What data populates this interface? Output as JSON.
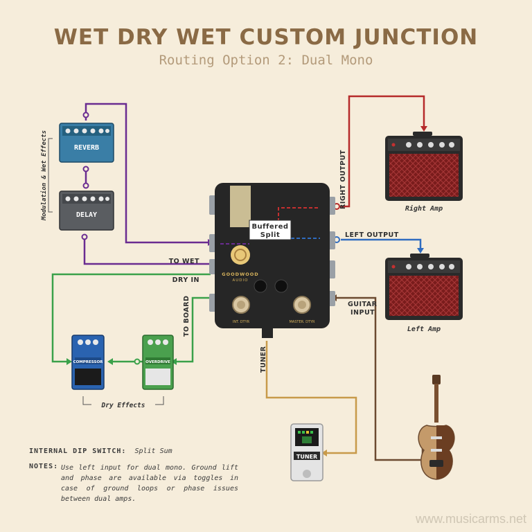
{
  "header": {
    "title": "WET DRY WET CUSTOM JUNCTION",
    "subtitle": "Routing Option 2: Dual Mono"
  },
  "pedals": {
    "reverb": "REVERB",
    "delay": "DELAY",
    "compressor": "COMPRESSOR",
    "overdrive": "OVERDRIVE",
    "tuner": "TUNER"
  },
  "groups": {
    "wet": "Modulation & Wet Effects",
    "dry": "Dry Effects"
  },
  "junction": {
    "brand": "GOODWOOD",
    "brand_sub": "AUDIO",
    "callout_line1": "Buffered",
    "callout_line2": "Split",
    "jack_left": "INT. DTYR",
    "jack_right": "MASTER. DTYR"
  },
  "connections": {
    "to_wet": "TO WET",
    "dry_in": "DRY IN",
    "to_board": "TO BOARD",
    "tuner": "TUNER",
    "right_output": "RIGHT OUTPUT",
    "left_output": "LEFT OUTPUT",
    "guitar_input_1": "GUITAR",
    "guitar_input_2": "INPUT"
  },
  "amps": {
    "right": "Right Amp",
    "left": "Left Amp"
  },
  "footer": {
    "dip_label": "INTERNAL DIP SWITCH:",
    "dip_value": "Split Sum",
    "notes_label": "NOTES:",
    "notes_text": "Use left input for dual mono. Ground lift and phase are available via toggles in case of ground loops or phase issues between dual amps."
  },
  "watermark": "www.musicarms.net",
  "colors": {
    "wet_line": "#6a2c91",
    "dry_line": "#3aa14a",
    "right_line": "#b52a2a",
    "left_line": "#2f6cc0",
    "tuner_line": "#c89a4a",
    "guitar_line": "#6b4a30",
    "title": "#8a6a45",
    "background": "#f6eddb"
  }
}
